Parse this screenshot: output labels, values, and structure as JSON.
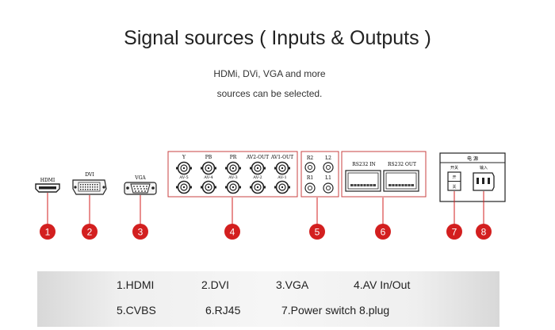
{
  "header": {
    "title": "Signal sources ( Inputs & Outputs )",
    "subtitle_line1": "HDMi, DVi, VGA and more",
    "subtitle_line2": "sources can be selected."
  },
  "ports": {
    "hdmi_label": "HDMI",
    "dvi_label": "DVI",
    "vga_label": "VGA",
    "av_top_labels": [
      "Y",
      "PB",
      "PR",
      "AV2-OUT",
      "AV1-OUT"
    ],
    "av_bottom_labels": [
      "AV-5",
      "AV-4",
      "AV-3",
      "AV-2",
      "AV-1"
    ],
    "cvbs_labels": [
      "R2",
      "L2",
      "R1",
      "L1"
    ],
    "rj45_labels": [
      "RS232 IN",
      "RS232 OUT"
    ],
    "power_header": "电 源",
    "power_switch_label": "开关",
    "power_plug_label": "输入"
  },
  "badges": [
    "1",
    "2",
    "3",
    "4",
    "5",
    "6",
    "7",
    "8"
  ],
  "legend": {
    "hdmi": "1.HDMI",
    "dvi": "2.DVI",
    "vga": "3.VGA",
    "av": "4.AV In/Out",
    "cvbs": "5.CVBS",
    "rj45": "6.RJ45",
    "power": "7.Power switch 8.plug"
  },
  "colors": {
    "accent_red": "#d31f1f",
    "frame_red": "#c94040",
    "port_dark": "#2a2a2a"
  }
}
